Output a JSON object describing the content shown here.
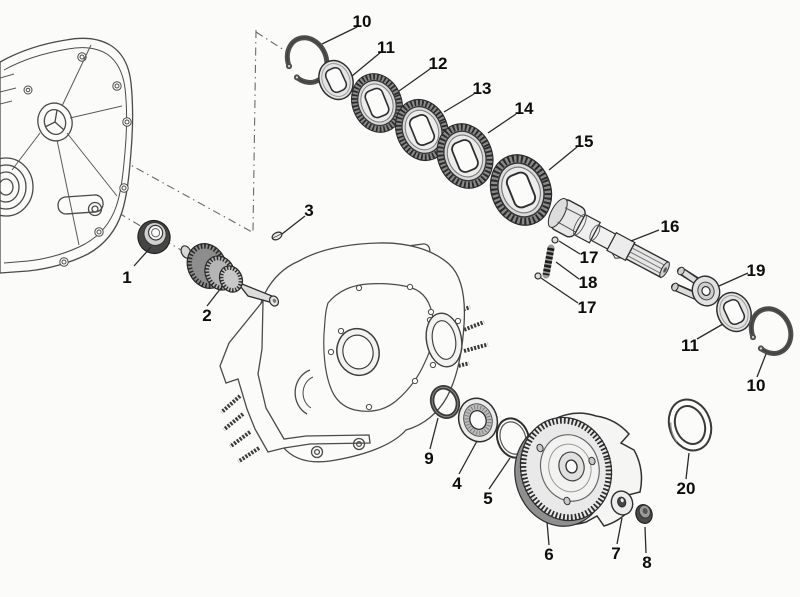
{
  "diagram": {
    "type": "exploded-parts-diagram",
    "subject": "engine transmission and clutch assembly exploded view",
    "background_color": "#fbfbfa",
    "line_color": "#2e2e2e",
    "label_color": "#0d0d0d",
    "labels": [
      {
        "text": "1"
      },
      {
        "text": "2"
      },
      {
        "text": "3"
      },
      {
        "text": "10"
      },
      {
        "text": "11"
      },
      {
        "text": "12"
      },
      {
        "text": "13"
      },
      {
        "text": "14"
      },
      {
        "text": "15"
      },
      {
        "text": "16"
      },
      {
        "text": "17"
      },
      {
        "text": "18"
      },
      {
        "text": "17"
      },
      {
        "text": "19"
      },
      {
        "text": "11"
      },
      {
        "text": "10"
      },
      {
        "text": "9"
      },
      {
        "text": "4"
      },
      {
        "text": "5"
      },
      {
        "text": "6"
      },
      {
        "text": "7"
      },
      {
        "text": "8"
      },
      {
        "text": "20"
      }
    ]
  }
}
